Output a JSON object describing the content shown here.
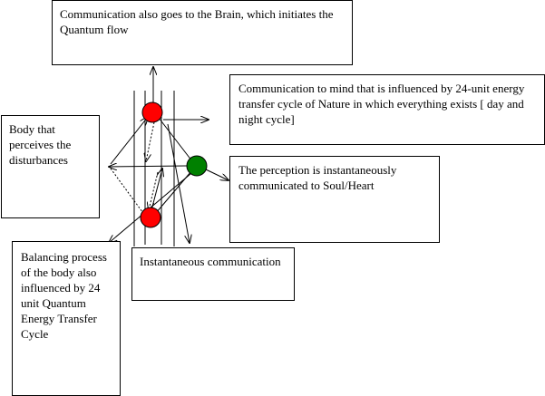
{
  "boxes": {
    "brain": "Communication also goes to the Brain, which initiates the Quantum flow",
    "mind": "Communication to mind that is influenced by 24-unit energy transfer cycle of Nature in which everything exists [ day and night cycle]",
    "body": "Body that perceives the disturbances",
    "soul": "The perception is instantaneously communicated to Soul/Heart",
    "instant": "Instantaneous communication",
    "balance": "Balancing process of the body also influenced by 24 unit Quantum Energy Transfer Cycle"
  },
  "colors": {
    "red_node": "#ff0000",
    "green_node": "#008000",
    "line": "#000000"
  }
}
